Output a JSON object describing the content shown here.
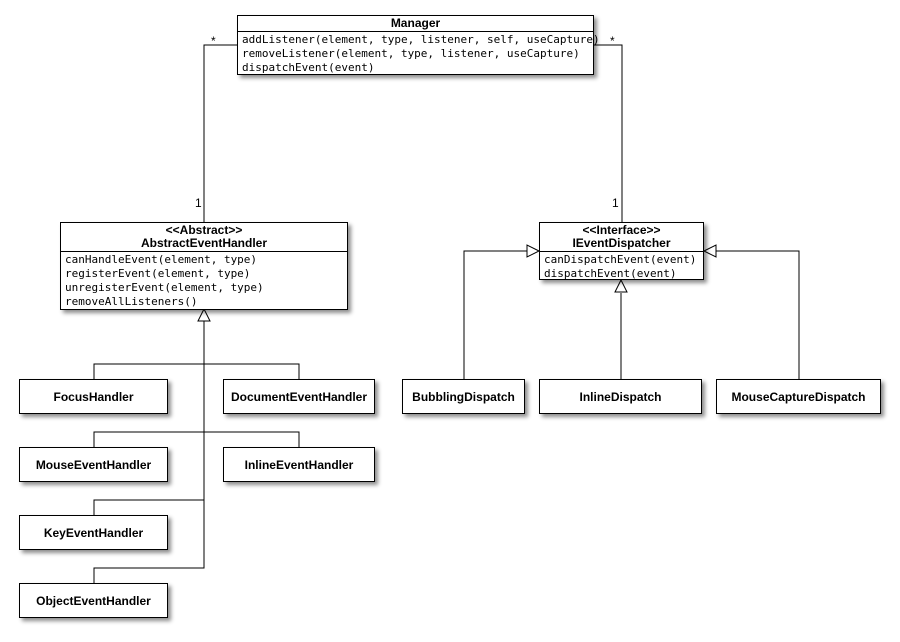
{
  "classes": {
    "manager": {
      "name": "Manager",
      "operations": [
        "addListener(element, type, listener, self, useCapture)",
        "removeListener(element, type, listener, useCapture)",
        "dispatchEvent(event)"
      ]
    },
    "abstract_event_handler": {
      "stereotype": "<<Abstract>>",
      "name": "AbstractEventHandler",
      "operations": [
        "canHandleEvent(element, type)",
        "registerEvent(element, type)",
        "unregisterEvent(element, type)",
        "removeAllListeners()"
      ]
    },
    "ievent_dispatcher": {
      "stereotype": "<<Interface>>",
      "name": "IEventDispatcher",
      "operations": [
        "canDispatchEvent(event)",
        "dispatchEvent(event)"
      ]
    }
  },
  "handlers": {
    "focus": "FocusHandler",
    "document_event": "DocumentEventHandler",
    "mouse_event": "MouseEventHandler",
    "inline_event": "InlineEventHandler",
    "key_event": "KeyEventHandler",
    "object_event": "ObjectEventHandler"
  },
  "dispatchers": {
    "bubbling": "BubblingDispatch",
    "inline": "InlineDispatch",
    "mouse_capture": "MouseCaptureDispatch"
  },
  "multiplicities": {
    "manager_left": "*",
    "manager_right": "*",
    "handler_end": "1",
    "dispatcher_end": "1"
  }
}
